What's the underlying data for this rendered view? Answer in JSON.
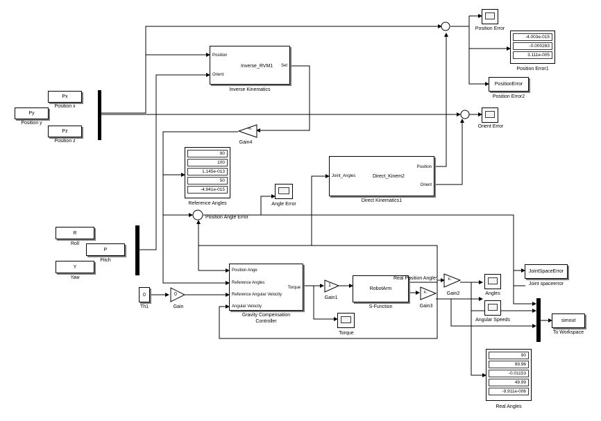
{
  "blocks": {
    "px": {
      "label": "Px",
      "caption": "Position x"
    },
    "py": {
      "label": "Py",
      "caption": "Position y"
    },
    "pz": {
      "label": "Pz",
      "caption": "Position z"
    },
    "inverse": {
      "label": "Inverse_RVM1",
      "caption": "Inverse Kinematics",
      "in_position": "Position",
      "in_orient": "Orient",
      "out_set": "Set"
    },
    "gain4": {
      "label": "-K-",
      "caption": "Gain4"
    },
    "direct": {
      "label": "Direct_Kinem2",
      "caption": "Direct Kinematics1",
      "in_joint": "Joint_Angles",
      "out_position": "Position",
      "out_orient": "Orient"
    },
    "position_error_scope": {
      "caption": "Position Error"
    },
    "position_error1": {
      "caption": "Position Error1",
      "values": [
        "-4.003e-015",
        "-0.000283",
        "3.111e-005"
      ]
    },
    "position_error2": {
      "label": "PositionError",
      "caption": "Position Error2"
    },
    "orient_error_scope": {
      "caption": "Orient Error"
    },
    "reference_angles": {
      "caption": "Reference Angles",
      "values": [
        "90",
        "100",
        "1.145e-013",
        "50",
        "-4.941e-015"
      ]
    },
    "angle_error_scope": {
      "caption": "Angle Error"
    },
    "position_angle_error_label": "Position Angle Error",
    "roll": {
      "label": "R",
      "caption": "Roll"
    },
    "pitch": {
      "label": "P",
      "caption": "Pitch"
    },
    "yaw": {
      "label": "Y",
      "caption": "Yaw"
    },
    "th1": {
      "label": "0",
      "caption": "Th1"
    },
    "gain": {
      "label": "0",
      "caption": "Gain"
    },
    "controller": {
      "caption_line1": "Gravity Compensation",
      "caption_line2": "Controller",
      "in1": "Position Ange",
      "in2": "Reference Angles",
      "in3": "Reference Angular Velocity",
      "in4": "Angular Velocity",
      "out": "Torque"
    },
    "gain1": {
      "label": "1",
      "caption": "Gain1"
    },
    "torque_scope": {
      "caption": "Torque"
    },
    "robotarm": {
      "label": "RobotArm",
      "caption": "S-Function"
    },
    "real_position_angles_label": "Real Position Angles",
    "gain2": {
      "label": "K-",
      "caption": "Gain2"
    },
    "gain3": {
      "label": "K-",
      "caption": "Gain3"
    },
    "angles_scope": {
      "caption": "Angles"
    },
    "angular_speeds_scope": {
      "caption": "Angular Speeds"
    },
    "joint_space_error": {
      "label": "JointSpaceError",
      "caption": "Joint spaceerror"
    },
    "simout": {
      "label": "simout",
      "caption": "To Workspace"
    },
    "real_angles": {
      "caption": "Real Angles",
      "values": [
        "90",
        "99.96",
        "-0.01153",
        "49.99",
        "-9.911e-006"
      ]
    }
  }
}
